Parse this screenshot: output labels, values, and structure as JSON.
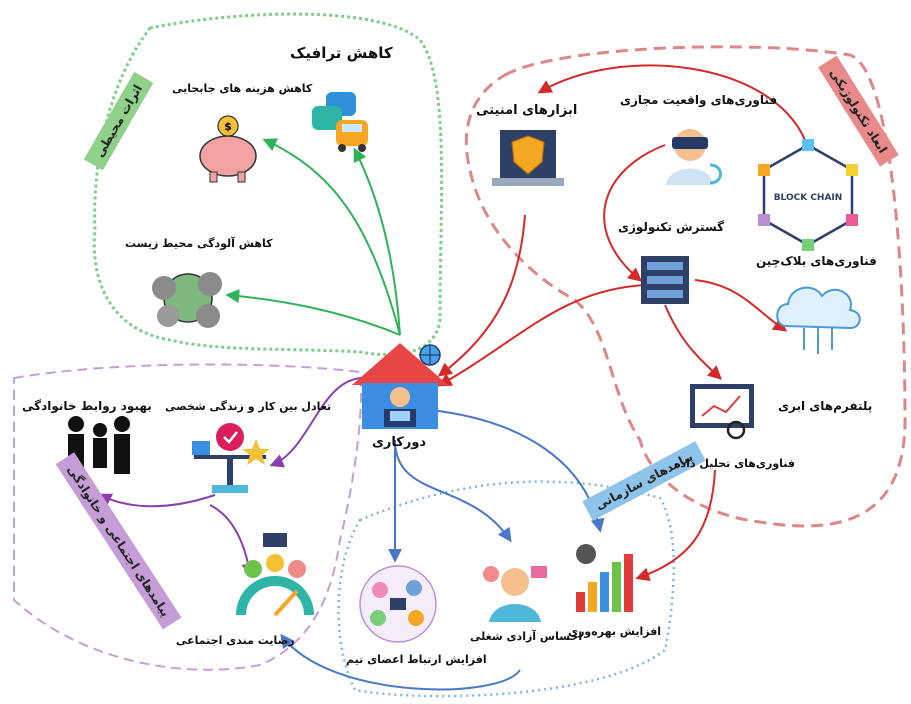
{
  "center": {
    "label": "دورکاری"
  },
  "groups": {
    "environmental": {
      "label": "اثرات محیطی",
      "color": "#7cd08a"
    },
    "technology": {
      "label": "ابعاد تکنولوژیکی",
      "color": "#e07a7a"
    },
    "organizational": {
      "label": "پیامدهای سازمانی",
      "color": "#7ab6e8"
    },
    "social": {
      "label": "پیامدهای اجتماعی و خانوادگی",
      "color": "#b98fd3"
    }
  },
  "nodes": {
    "traffic": "کاهش ترافیک",
    "travel_cost": "کاهش هزینه های جابجایی",
    "pollution": "کاهش آلودگی محیط زیست",
    "security_tools": "ابزارهای امنیتی",
    "vr": "فناوری‌های واقعیت مجازی",
    "tech_expansion": "گسترش تکنولوژی",
    "blockchain": "فناوری‌های بلاک‌چین",
    "cloud": "پلتفرم‌های ابری",
    "analytics": "فناوری‌های تحلیل داده",
    "productivity": "افزایش بهره‌وری",
    "job_freedom": "احساس آزادی شغلی",
    "team_comm": "افزایش ارتباط اعضای تیم",
    "work_life": "تعادل بین کار و زندگی شخصی",
    "family": "بهبود روابط خانوادگی",
    "social_satisfaction": "رضایت مندی اجتماعی"
  },
  "icon_text": {
    "blockchain_label": "BLOCK CHAIN"
  },
  "arrow_colors": {
    "green": "#2fb35a",
    "red": "#d42a2a",
    "blue": "#4a78c8",
    "purple": "#8a3fb0"
  },
  "icons": [
    "house-laptop-icon",
    "cars-icon",
    "piggy-bank-icon",
    "polluted-earth-icon",
    "shield-laptop-icon",
    "vr-headset-icon",
    "server-icon",
    "blockchain-icon",
    "cloud-icon",
    "analytics-icon",
    "bar-chart-icon",
    "freedom-person-icon",
    "team-network-icon",
    "balance-scale-icon",
    "family-icon",
    "satisfaction-gauge-icon"
  ]
}
